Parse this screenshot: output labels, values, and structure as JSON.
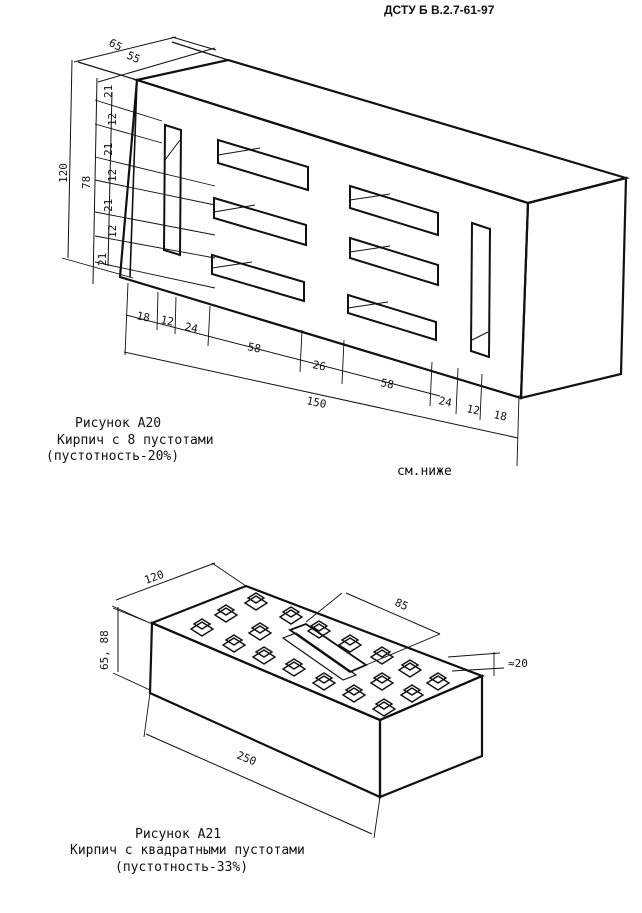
{
  "header": {
    "standard": "ДСТУ Б В.2.7-61-97"
  },
  "figure_a20": {
    "dims_top": [
      "65",
      "55"
    ],
    "dims_left": [
      "21",
      "12",
      "21",
      "12",
      "21",
      "12",
      "21"
    ],
    "dim_height_78": "78",
    "dim_height_120": "120",
    "dims_bottom": [
      "18",
      "12",
      "24",
      "58",
      "26",
      "58",
      "24",
      "12",
      "18"
    ],
    "dim_length": "150",
    "caption_title": "Рисунок А20",
    "caption_name": "Кирпич с 8 пустотами",
    "caption_voidness": "(пустотность-20%)",
    "see_below": "см.ниже"
  },
  "figure_a21": {
    "dim_width": "120",
    "dim_height": "65, 88",
    "dim_slot": "85",
    "dim_void": "≈20",
    "dim_length": "250",
    "caption_title": "Рисунок А21",
    "caption_name": "Кирпич с квадратными пустотами",
    "caption_voidness": "(пустотность-33%)"
  }
}
